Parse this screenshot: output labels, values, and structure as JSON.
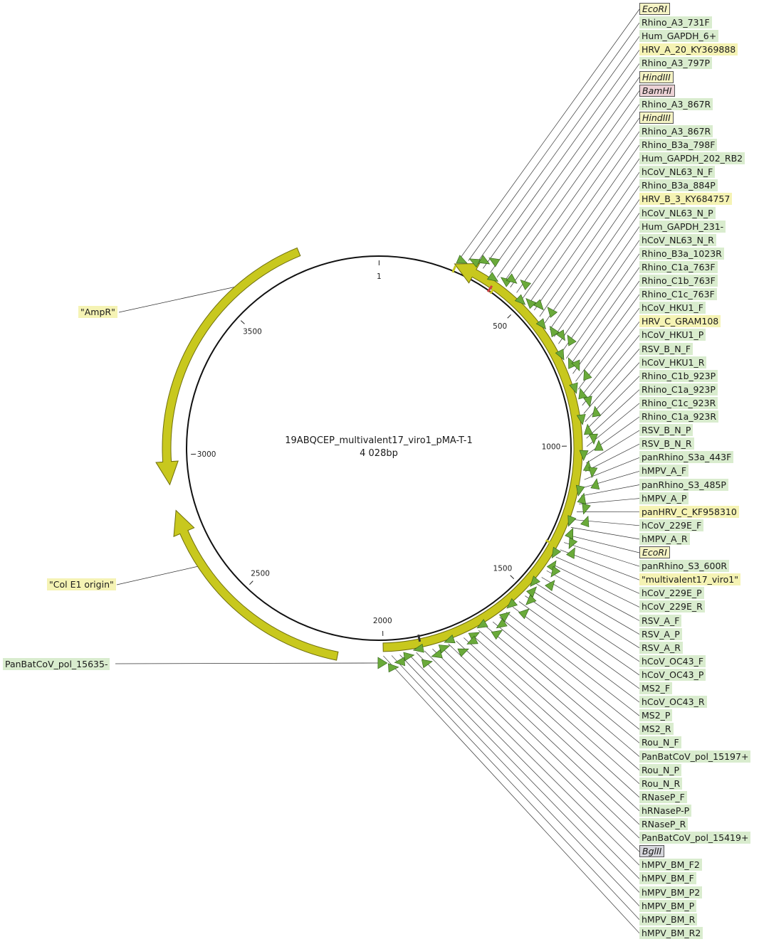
{
  "plasmid": {
    "name": "19ABQCEP_multivalent17_viro1_pMA-T-1",
    "size_label": "4 028bp"
  },
  "ticks": [
    "1",
    "500",
    "1000",
    "1500",
    "2000",
    "2500",
    "3000",
    "3500"
  ],
  "left_features": {
    "ampr": "\"AmpR\"",
    "col_e1": "\"Col E1 origin\"",
    "panbat": "PanBatCoV_pol_15635-"
  },
  "right_labels": [
    {
      "text": "EcoRI",
      "kind": "enzyme"
    },
    {
      "text": "Rhino_A3_731F",
      "kind": "primer"
    },
    {
      "text": "Hum_GAPDH_6+",
      "kind": "primer"
    },
    {
      "text": "HRV_A_20_KY369888",
      "kind": "gene"
    },
    {
      "text": "Rhino_A3_797P",
      "kind": "primer"
    },
    {
      "text": "HindIII",
      "kind": "enzyme"
    },
    {
      "text": "BamHI",
      "kind": "enzyme-bam"
    },
    {
      "text": "Rhino_A3_867R",
      "kind": "primer"
    },
    {
      "text": "HindIII",
      "kind": "enzyme"
    },
    {
      "text": "Rhino_A3_867R",
      "kind": "primer"
    },
    {
      "text": "Rhino_B3a_798F",
      "kind": "primer"
    },
    {
      "text": "Hum_GAPDH_202_RB2",
      "kind": "primer"
    },
    {
      "text": "hCoV_NL63_N_F",
      "kind": "primer"
    },
    {
      "text": "Rhino_B3a_884P",
      "kind": "primer"
    },
    {
      "text": "HRV_B_3_KY684757",
      "kind": "gene"
    },
    {
      "text": "hCoV_NL63_N_P",
      "kind": "primer"
    },
    {
      "text": "Hum_GAPDH_231-",
      "kind": "primer"
    },
    {
      "text": "hCoV_NL63_N_R",
      "kind": "primer"
    },
    {
      "text": "Rhino_B3a_1023R",
      "kind": "primer"
    },
    {
      "text": "Rhino_C1a_763F",
      "kind": "primer"
    },
    {
      "text": "Rhino_C1b_763F",
      "kind": "primer"
    },
    {
      "text": "Rhino_C1c_763F",
      "kind": "primer"
    },
    {
      "text": "hCoV_HKU1_F",
      "kind": "primer"
    },
    {
      "text": "HRV_C_GRAM108",
      "kind": "gene"
    },
    {
      "text": "hCoV_HKU1_P",
      "kind": "primer"
    },
    {
      "text": "RSV_B_N_F",
      "kind": "primer"
    },
    {
      "text": "hCoV_HKU1_R",
      "kind": "primer"
    },
    {
      "text": "Rhino_C1b_923P",
      "kind": "primer"
    },
    {
      "text": "Rhino_C1a_923P",
      "kind": "primer"
    },
    {
      "text": "Rhino_C1c_923R",
      "kind": "primer"
    },
    {
      "text": "Rhino_C1a_923R",
      "kind": "primer"
    },
    {
      "text": "RSV_B_N_P",
      "kind": "primer"
    },
    {
      "text": "RSV_B_N_R",
      "kind": "primer"
    },
    {
      "text": "panRhino_S3a_443F",
      "kind": "primer"
    },
    {
      "text": "hMPV_A_F",
      "kind": "primer"
    },
    {
      "text": "panRhino_S3_485P",
      "kind": "primer"
    },
    {
      "text": "hMPV_A_P",
      "kind": "primer"
    },
    {
      "text": "panHRV_C_KF958310",
      "kind": "gene"
    },
    {
      "text": "hCoV_229E_F",
      "kind": "primer"
    },
    {
      "text": "hMPV_A_R",
      "kind": "primer"
    },
    {
      "text": "EcoRI",
      "kind": "enzyme"
    },
    {
      "text": "panRhino_S3_600R",
      "kind": "primer"
    },
    {
      "text": "\"multivalent17_viro1\"",
      "kind": "gene"
    },
    {
      "text": "hCoV_229E_P",
      "kind": "primer"
    },
    {
      "text": "hCoV_229E_R",
      "kind": "primer"
    },
    {
      "text": "RSV_A_F",
      "kind": "primer"
    },
    {
      "text": "RSV_A_P",
      "kind": "primer"
    },
    {
      "text": "RSV_A_R",
      "kind": "primer"
    },
    {
      "text": "hCoV_OC43_F",
      "kind": "primer"
    },
    {
      "text": "hCoV_OC43_P",
      "kind": "primer"
    },
    {
      "text": "MS2_F",
      "kind": "primer"
    },
    {
      "text": "hCoV_OC43_R",
      "kind": "primer"
    },
    {
      "text": "MS2_P",
      "kind": "primer"
    },
    {
      "text": "MS2_R",
      "kind": "primer"
    },
    {
      "text": "Rou_N_F",
      "kind": "primer"
    },
    {
      "text": "PanBatCoV_pol_15197+",
      "kind": "primer"
    },
    {
      "text": "Rou_N_P",
      "kind": "primer"
    },
    {
      "text": "Rou_N_R",
      "kind": "primer"
    },
    {
      "text": "RNaseP_F",
      "kind": "primer"
    },
    {
      "text": "hRNaseP-P",
      "kind": "primer"
    },
    {
      "text": "RNaseP_R",
      "kind": "primer"
    },
    {
      "text": "PanBatCoV_pol_15419+",
      "kind": "primer"
    },
    {
      "text": "BglII",
      "kind": "enzyme-bgl"
    },
    {
      "text": "hMPV_BM_F2",
      "kind": "primer"
    },
    {
      "text": "hMPV_BM_F",
      "kind": "primer"
    },
    {
      "text": "hMPV_BM_P2",
      "kind": "primer"
    },
    {
      "text": "hMPV_BM_P",
      "kind": "primer"
    },
    {
      "text": "hMPV_BM_R",
      "kind": "primer"
    },
    {
      "text": "hMPV_BM_R2",
      "kind": "primer"
    }
  ],
  "colors": {
    "feature_fill": "#c8c81e",
    "feature_stroke": "#6e6e0c",
    "primer_fill": "#6aaa3a",
    "primer_stroke": "#2f5f18",
    "primer_label_bg": "#d9ecce",
    "gene_label_bg": "#f5f3b4"
  }
}
